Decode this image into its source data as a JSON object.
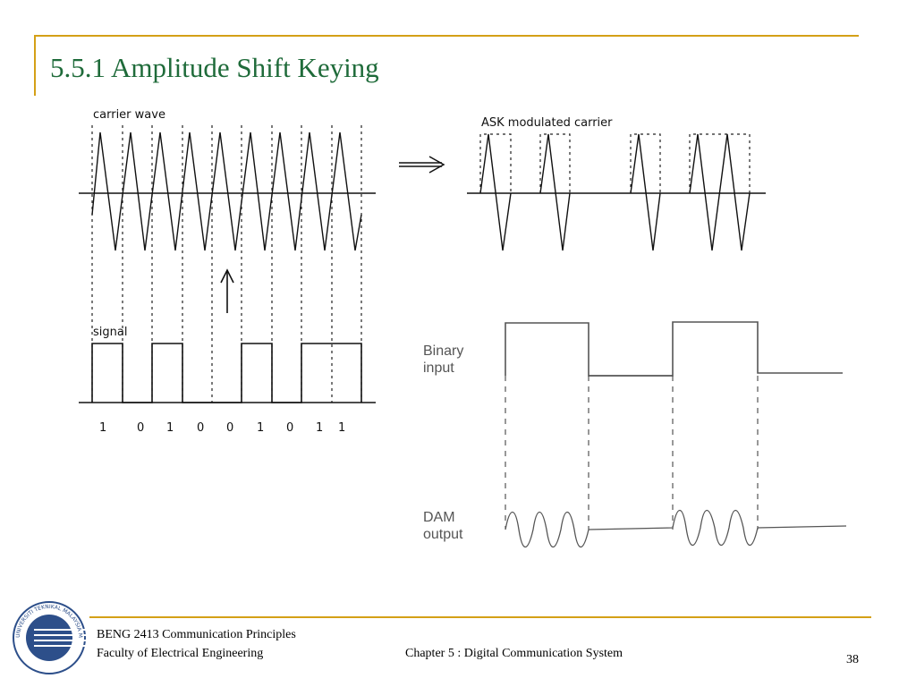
{
  "slide": {
    "title": "5.5.1 Amplitude Shift Keying",
    "page_number": "38"
  },
  "footer": {
    "course": "BENG 2413 Communication Principles",
    "faculty": "Faculty of  Electrical Engineering",
    "chapter": "Chapter 5 : Digital Communication System"
  },
  "logo": {
    "text": "UNIVERSITI TEKNIKAL MALAYSIA MELAKA"
  },
  "left_figure": {
    "carrier_label": "carrier wave",
    "signal_label": "signal",
    "bits": [
      "1",
      "0",
      "1",
      "0",
      "0",
      "1",
      "0",
      "1",
      "1"
    ]
  },
  "right_top_figure": {
    "label": "ASK modulated carrier"
  },
  "right_bottom_figure": {
    "binary_label_line1": "Binary",
    "binary_label_line2": "input",
    "dam_label_line1": "DAM",
    "dam_label_line2": "output"
  },
  "colors": {
    "title": "#1f6b3a",
    "rule": "#d4a017"
  }
}
